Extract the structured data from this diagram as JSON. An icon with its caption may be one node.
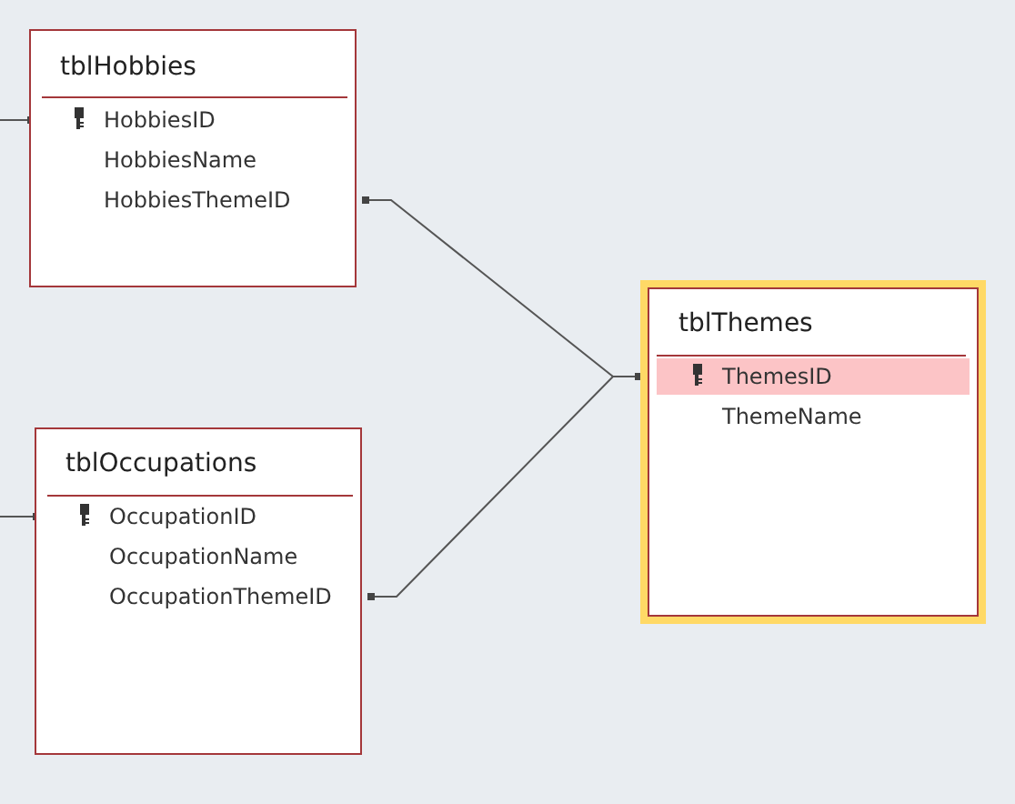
{
  "diagram": {
    "nodes": [
      {
        "text": [
          "tblHobbies"
        ]
      },
      {
        "text": [
          "HobbiesID"
        ],
        "in": 0
      },
      {
        "text": [
          "HobbiesName"
        ],
        "in": 0
      },
      {
        "text": [
          "HobbiesThemeID"
        ],
        "in": 0
      },
      {
        "text": [
          "tblOccupations"
        ]
      },
      {
        "text": [
          "OccupationID"
        ],
        "in": 4
      },
      {
        "text": [
          "OccupationName"
        ],
        "in": 4
      },
      {
        "text": [
          "OccupationThemeID"
        ],
        "in": 4
      },
      {
        "text": [
          "tblThemes"
        ]
      },
      {
        "text": [
          "ThemesID"
        ],
        "in": 8
      },
      {
        "text": [
          "ThemeName"
        ],
        "in": 8
      }
    ],
    "edges": [
      {
        "from": 3,
        "to": 9,
        "arrow": "other"
      },
      {
        "from": 7,
        "to": 9,
        "arrow": "other"
      },
      {
        "from": null,
        "to": 1,
        "arrow": "other"
      },
      {
        "from": null,
        "to": 5,
        "arrow": "other"
      }
    ]
  }
}
